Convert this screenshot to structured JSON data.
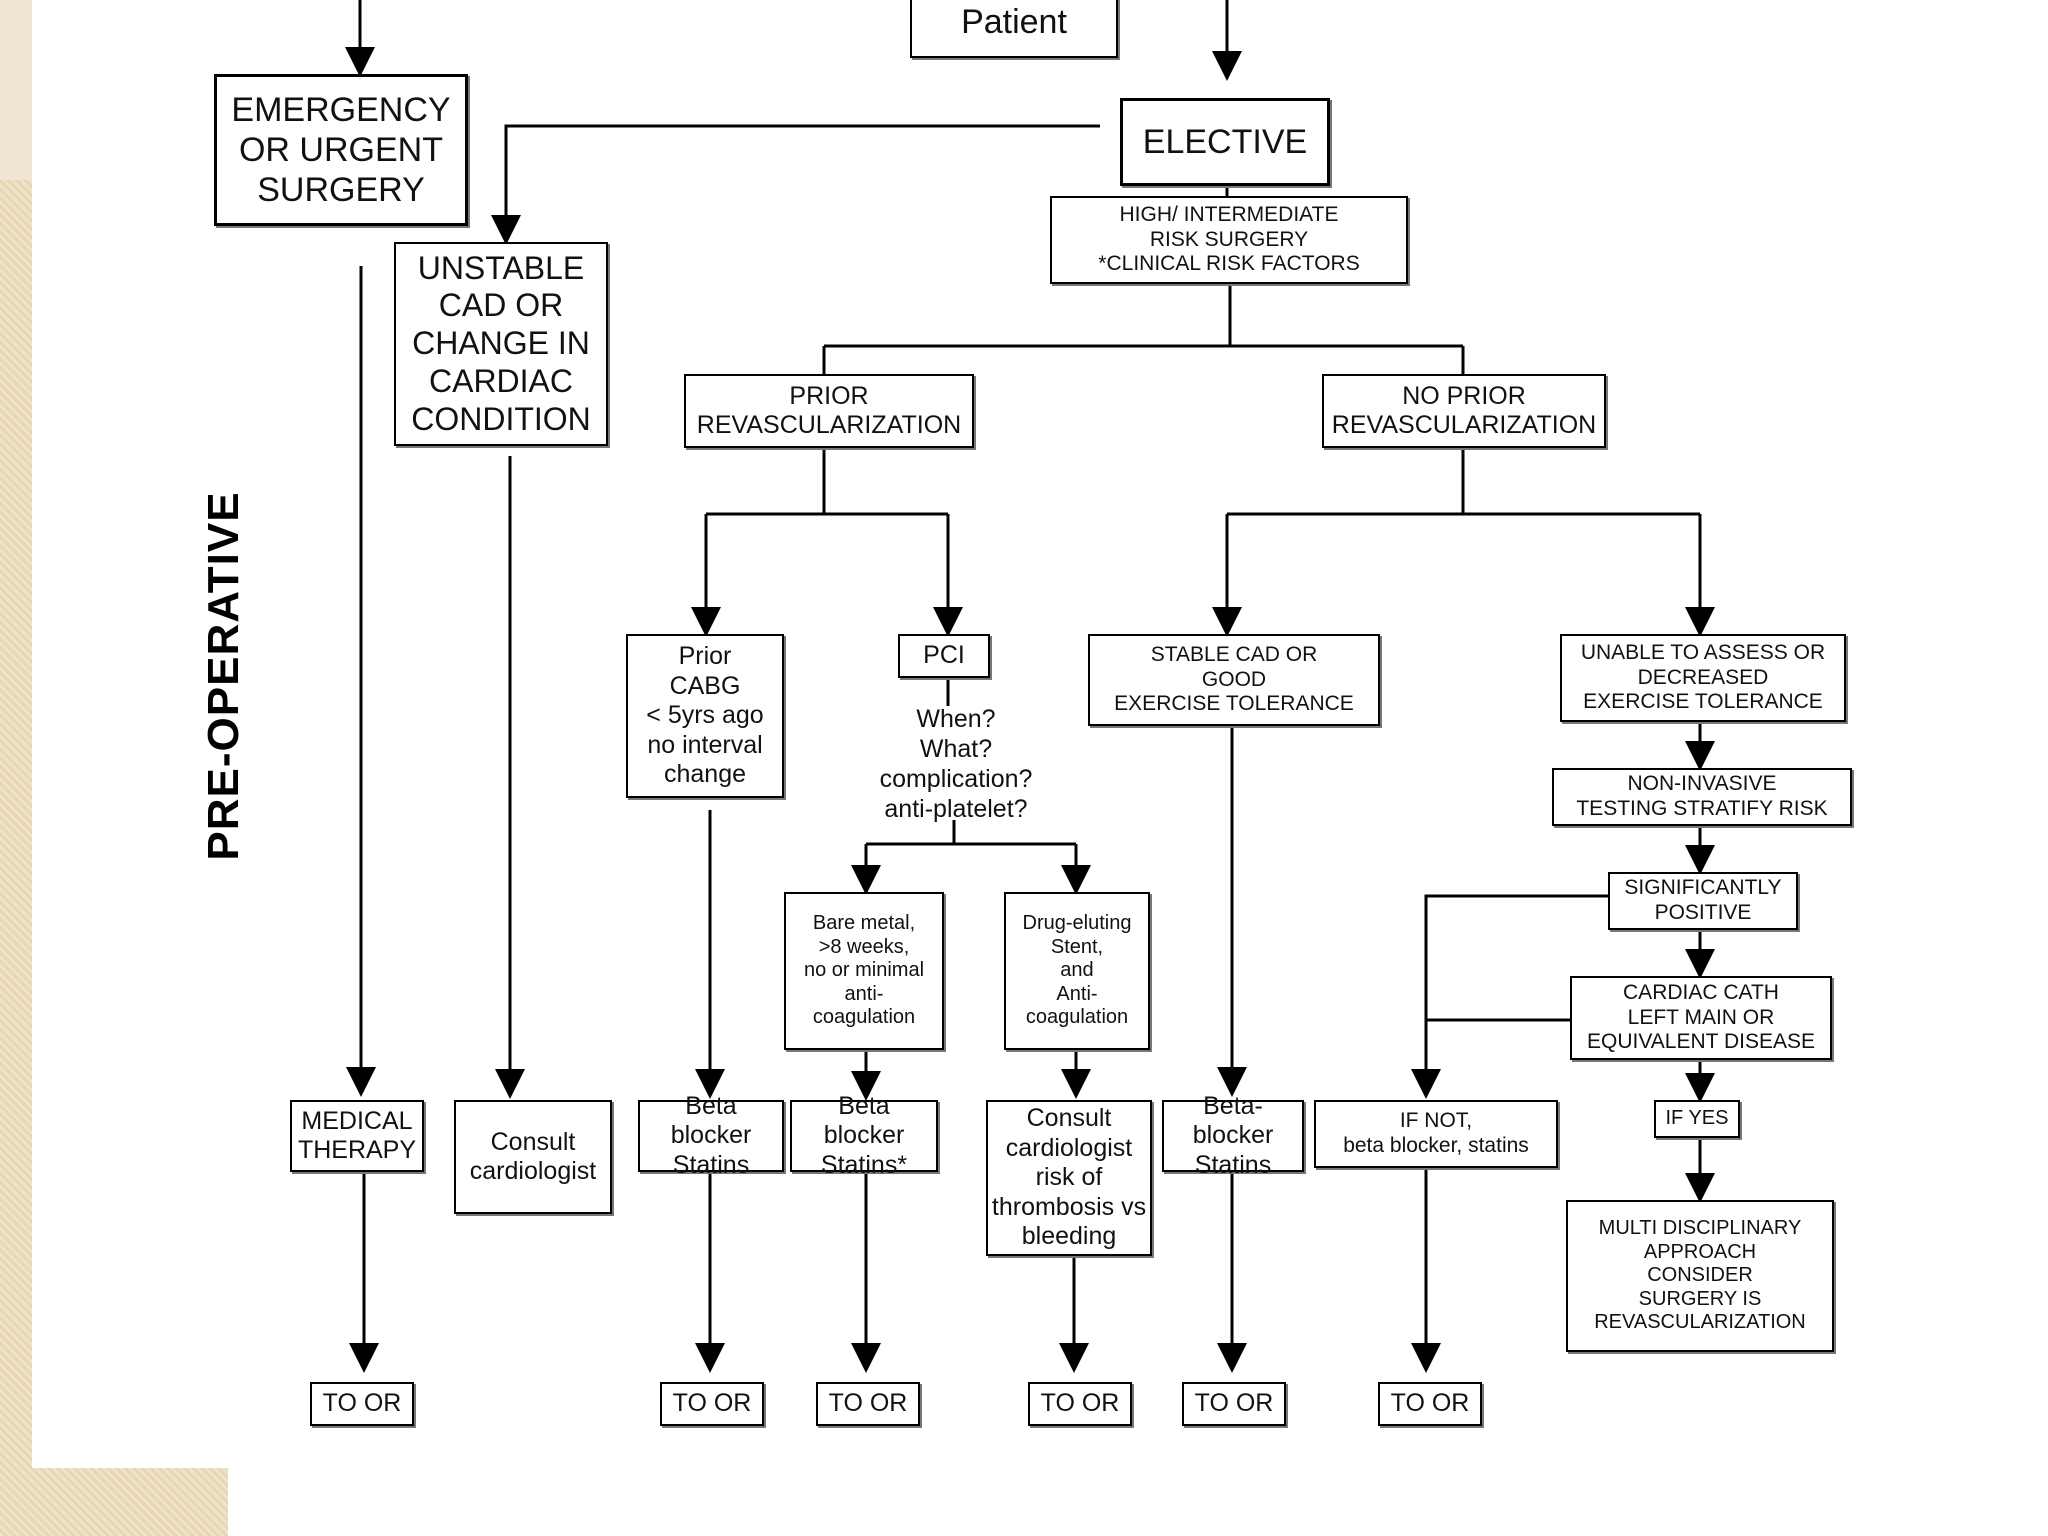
{
  "side_label": "PRE-OPERATIVE",
  "nodes": {
    "patient": "Patient",
    "emergency": "EMERGENCY\nOR URGENT\nSURGERY",
    "elective": "ELECTIVE",
    "high_risk": "HIGH/ INTERMEDIATE\nRISK SURGERY\n*CLINICAL RISK FACTORS",
    "unstable": "UNSTABLE\nCAD OR\nCHANGE IN\nCARDIAC\nCONDITION",
    "prior_revasc": "PRIOR\nREVASCULARIZATION",
    "no_prior_revasc": "NO PRIOR\nREVASCULARIZATION",
    "prior_cabg": "Prior\nCABG\n< 5yrs ago\nno interval\nchange",
    "pci": "PCI",
    "pci_questions": "When?\nWhat?\ncomplication?\nanti-platelet?",
    "stable_cad": "STABLE CAD OR\nGOOD\nEXERCISE TOLERANCE",
    "unable_assess": "UNABLE TO ASSESS OR\nDECREASED\nEXERCISE TOLERANCE",
    "non_invasive": "NON-INVASIVE\nTESTING STRATIFY RISK",
    "sig_positive": "SIGNIFICANTLY\nPOSITIVE",
    "cardiac_cath": "CARDIAC CATH\nLEFT MAIN OR\nEQUIVALENT DISEASE",
    "bare_metal": "Bare metal,\n>8 weeks,\nno or minimal\nanti-\ncoagulation",
    "drug_eluting": "Drug-eluting\nStent,\nand\nAnti-\ncoagulation",
    "medical_therapy": "MEDICAL\nTHERAPY",
    "consult_cardiologist": "Consult\ncardiologist",
    "beta_statins_1": "Beta blocker\nStatins",
    "beta_statins_2": "Beta blocker\nStatins*",
    "consult_thrombosis": "Consult\ncardiologist\nrisk of\nthrombosis vs\nbleeding",
    "beta_statins_3": "Beta-blocker\nStatins",
    "if_not": "IF NOT,\nbeta blocker, statins",
    "if_yes": "IF YES",
    "multi_disciplinary": "MULTI DISCIPLINARY\nAPPROACH\nCONSIDER\nSURGERY IS\nREVASCULARIZATION"
  },
  "to_or_label": "TO OR"
}
